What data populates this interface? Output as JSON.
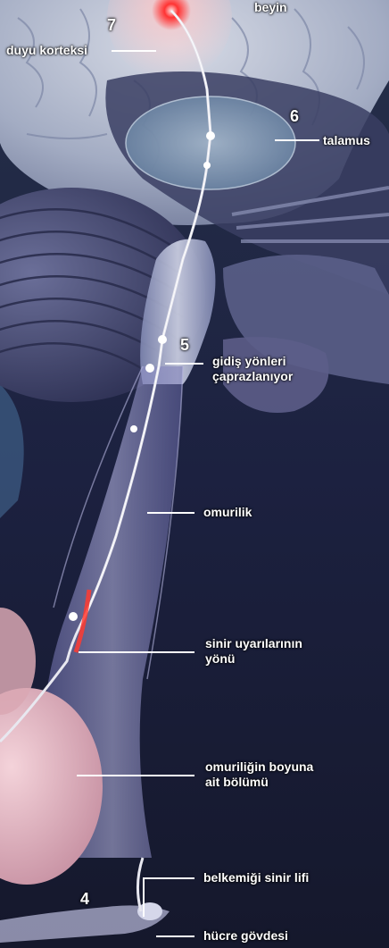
{
  "labels": {
    "beyin": "beyin",
    "duyu_korteksi": "duyu korteksi",
    "talamus": "talamus",
    "gidis_1": "gidiş yönleri",
    "gidis_2": "çaprazlanıyor",
    "omurilik": "omurilik",
    "sinir_1": "sinir uyarılarının",
    "sinir_2": "yönü",
    "boyun_1": "omuriliğin boyuna",
    "boyun_2": "ait bölümü",
    "belkemigi": "belkemiği sinir lifi",
    "hucre": "hücre gövdesi"
  },
  "step_numbers": {
    "n7": "7",
    "n6": "6",
    "n5": "5",
    "n4": "4"
  },
  "colors": {
    "background": "#1a1d33",
    "brain": "#a9b3c9",
    "thalamus": "#8fa7c0",
    "cerebellum": "#4a4f78",
    "spinal_cord": "#8f8fc4",
    "neck_section": "#e7b8c2",
    "stimulus": "#ff3030",
    "nerve_fiber": "#e8e8f0",
    "label_text": "#ffffff"
  }
}
